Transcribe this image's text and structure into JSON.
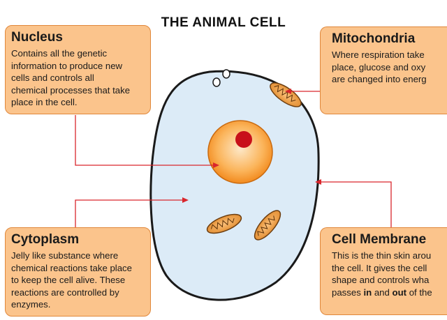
{
  "title": "THE ANIMAL CELL",
  "nucleus": {
    "heading": "Nucleus",
    "lines": [
      "Contains all the genetic",
      "information to produce new",
      "cells and controls all",
      "chemical processes that take",
      "place in the cell."
    ]
  },
  "cytoplasm": {
    "heading": "Cytoplasm",
    "lines": [
      "Jelly like substance where",
      "chemical reactions take place",
      "to keep the cell alive. These",
      "reactions are controlled by",
      "enzymes."
    ]
  },
  "mitochondria": {
    "heading": "Mitochondria",
    "lines": [
      "Where respiration take",
      "place, glucose and oxy",
      "are changed into energ"
    ]
  },
  "membrane": {
    "heading": "Cell Membrane",
    "lines": [
      "This is the thin skin arou",
      "the cell. It gives the cell",
      "shape and controls wha"
    ],
    "last_line": {
      "pre": "passes ",
      "bold1": "in",
      "mid": " and ",
      "bold2": "out",
      "post": " of the"
    }
  },
  "colors": {
    "box_fill": "#fbc48c",
    "box_border": "#e0873a",
    "cell_fill": "#dcebf7",
    "nucleus_fill": "#f7a23a",
    "nucleolus": "#c8101a",
    "pointer": "#d9262c"
  }
}
